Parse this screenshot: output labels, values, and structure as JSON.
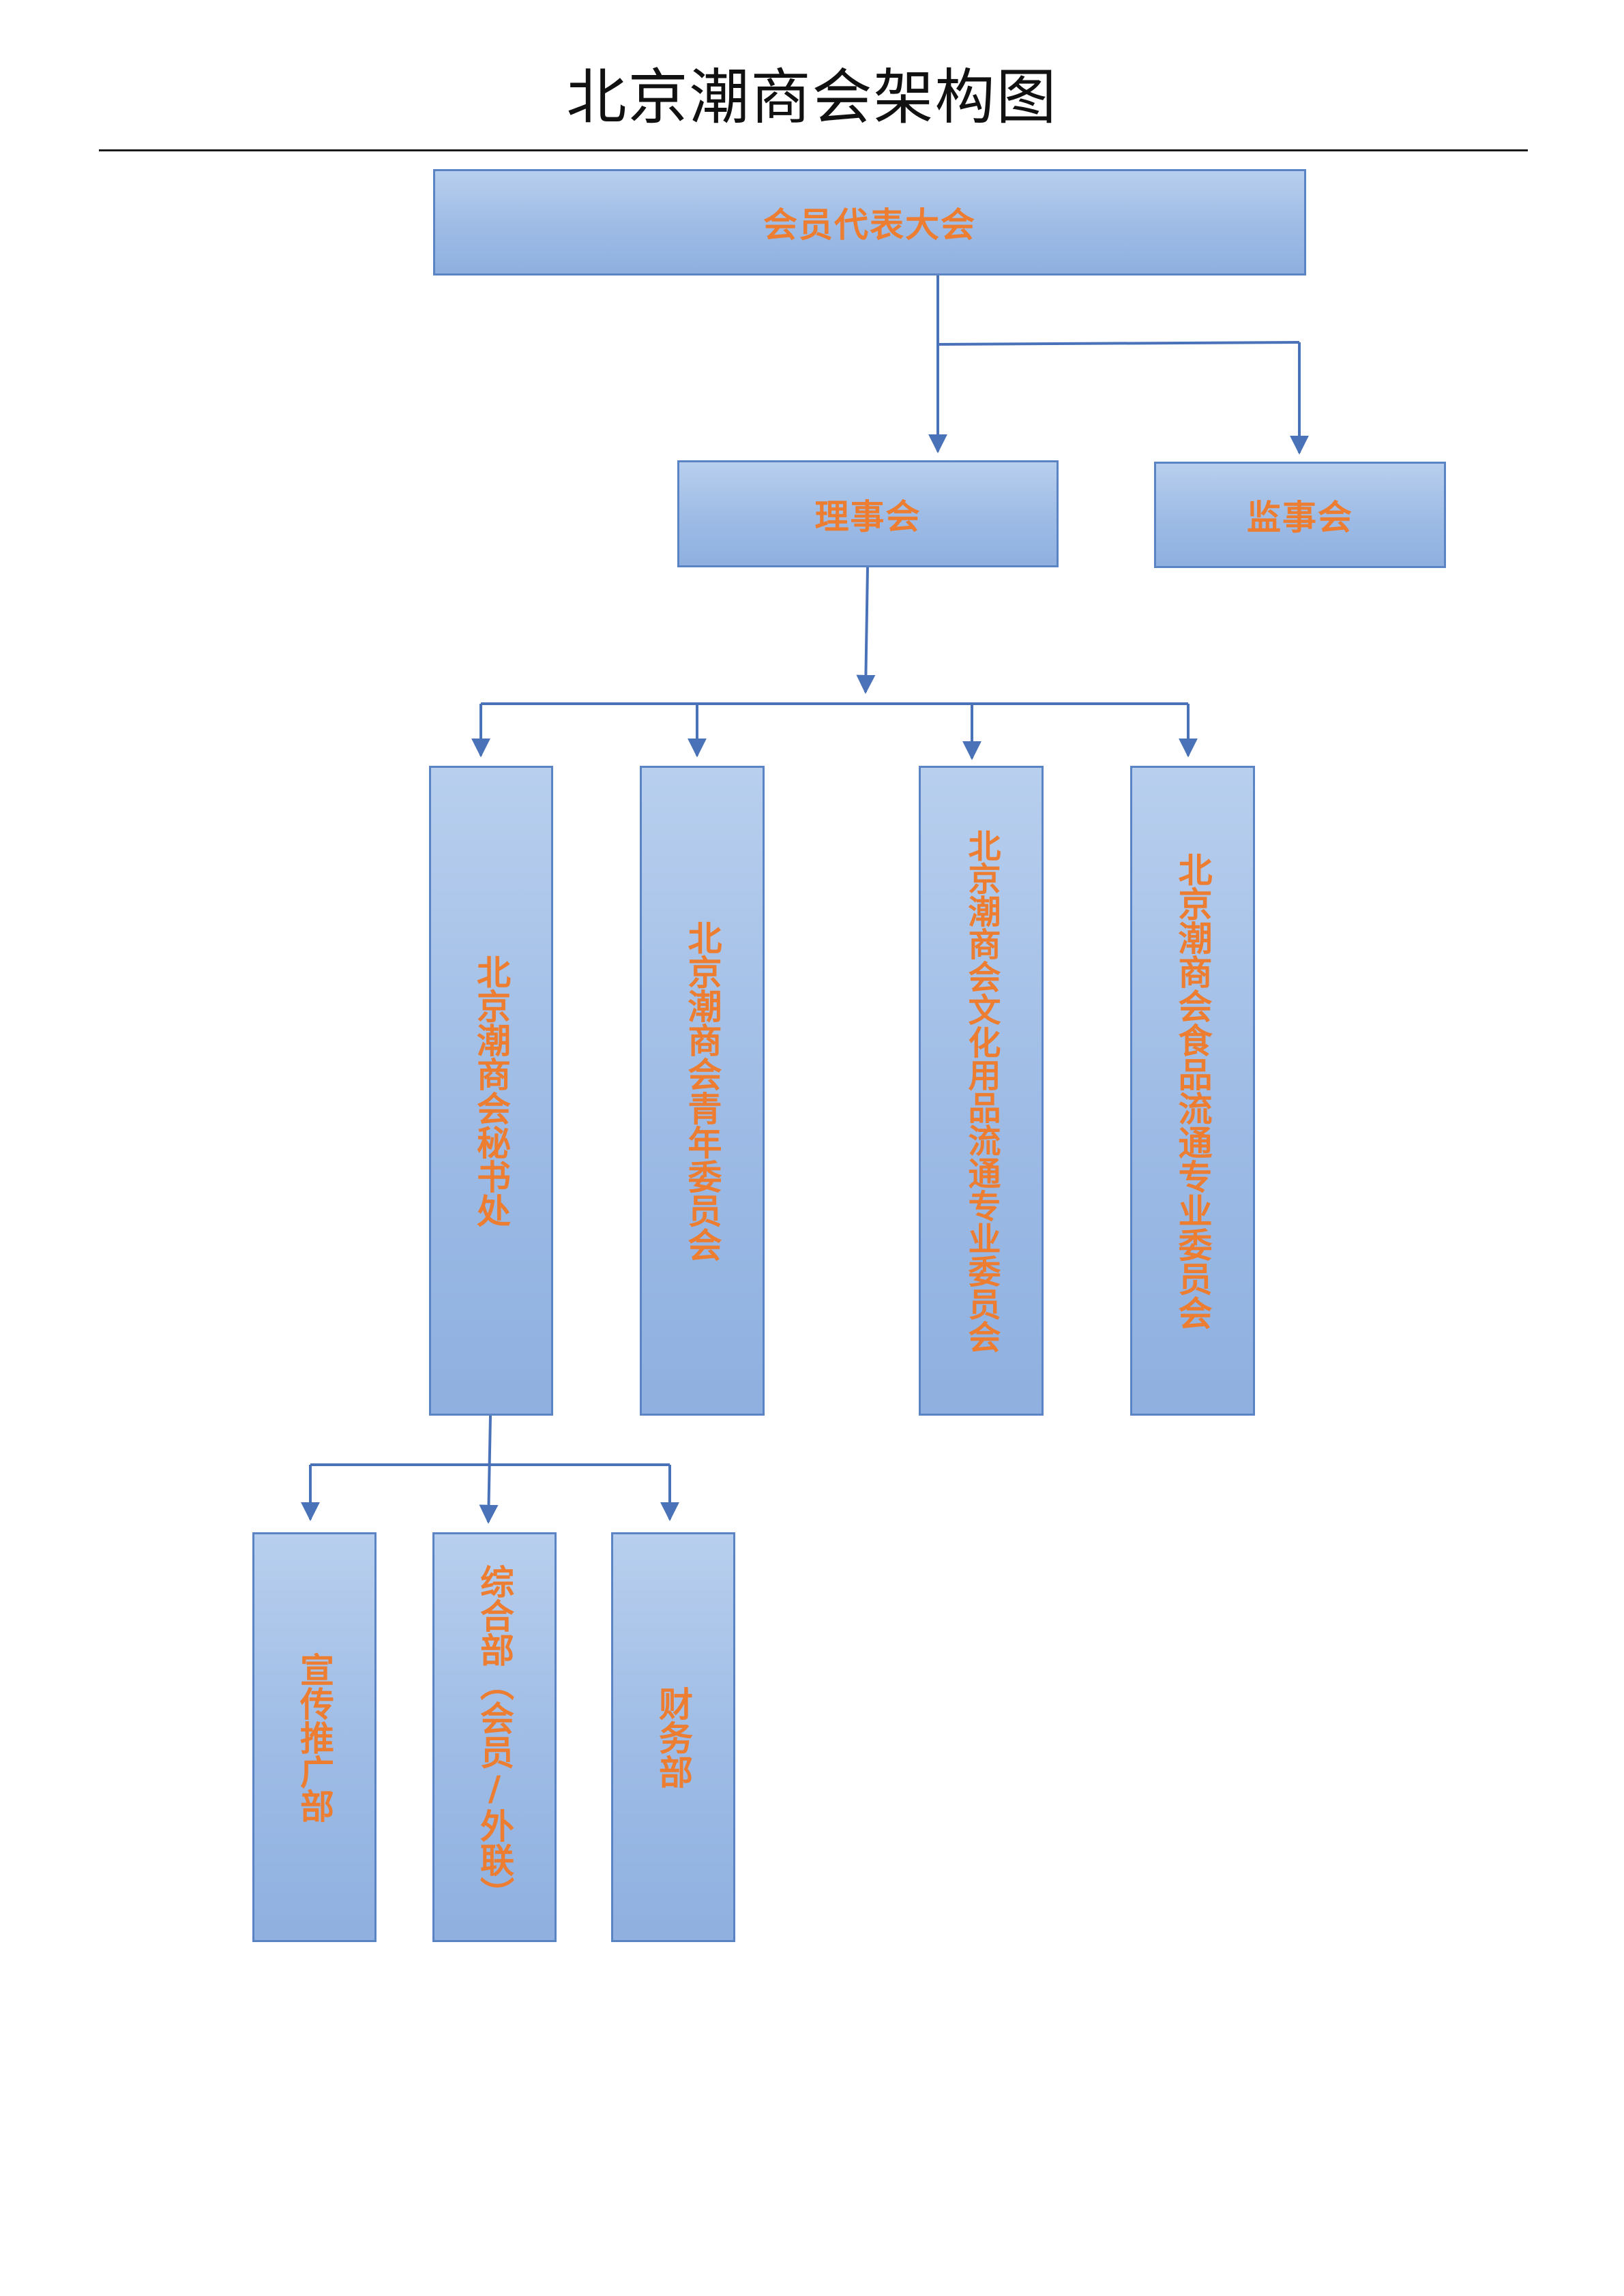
{
  "title": "北京潮商会架构图",
  "nodes": {
    "assembly": "会员代表大会",
    "council": "理事会",
    "supervisory": "监事会",
    "secretariat": "北京潮商会秘书处",
    "youth": "北京潮商会青年委员会",
    "culture": "北京潮商会文化用品流通专业委员会",
    "food": "北京潮商会食品流通专业委员会",
    "promotion": "宣传推广部",
    "general": "综合部（会员/外联）",
    "finance": "财务部"
  },
  "colors": {
    "box_fill_top": "#b8cfee",
    "box_fill_bottom": "#8fb0e0",
    "box_border": "#5b84c4",
    "label_text": "#ed7d31",
    "connector": "#4a72b8"
  }
}
